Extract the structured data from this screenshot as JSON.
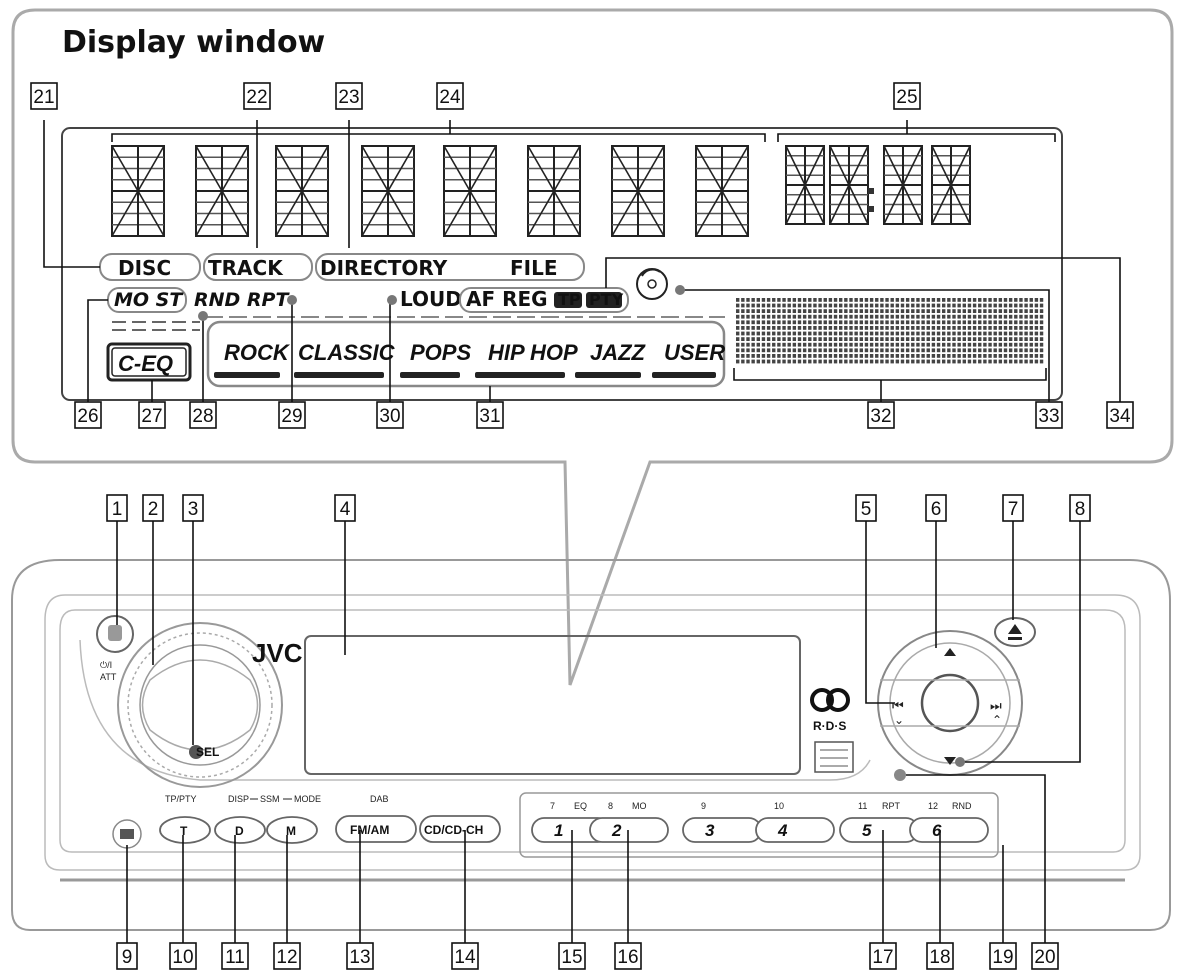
{
  "display_window": {
    "title": "Display window",
    "indicators": {
      "disc": "DISC",
      "track": "TRACK",
      "directory": "DIRECTORY",
      "file": "FILE",
      "mo_st": "MO ST",
      "rnd_rpt": "RND RPT",
      "loud": "LOUD",
      "af_reg": "AF REG",
      "tp": "TP",
      "pty": "PTY",
      "c_eq": "C-EQ"
    },
    "eq_modes": [
      "ROCK",
      "CLASSIC",
      "POPS",
      "HIP HOP",
      "JAZZ",
      "USER"
    ],
    "callouts": [
      "21",
      "22",
      "23",
      "24",
      "25",
      "26",
      "27",
      "28",
      "29",
      "30",
      "31",
      "32",
      "33",
      "34"
    ]
  },
  "unit": {
    "brand": "JVC",
    "power_label": "ATT",
    "sel_label": "SEL",
    "rds_label": "R·D·S",
    "buttons": {
      "t": "T",
      "d": "D",
      "m": "M",
      "fm_am": "FM/AM",
      "cd_ch": "CD/CD-CH"
    },
    "button_captions": {
      "t": "TP/PTY",
      "d": "DISP",
      "ssm": "SSM",
      "mode": "MODE",
      "dab": "DAB"
    },
    "presets": [
      {
        "num": "1",
        "caption_num": "7",
        "caption": "EQ"
      },
      {
        "num": "2",
        "caption_num": "8",
        "caption": "MO"
      },
      {
        "num": "3",
        "caption_num": "9",
        "caption": ""
      },
      {
        "num": "4",
        "caption_num": "10",
        "caption": ""
      },
      {
        "num": "5",
        "caption_num": "11",
        "caption": "RPT"
      },
      {
        "num": "6",
        "caption_num": "12",
        "caption": "RND"
      }
    ],
    "callouts_top": [
      "1",
      "2",
      "3",
      "4",
      "5",
      "6",
      "7",
      "8"
    ],
    "callouts_bottom": [
      "9",
      "10",
      "11",
      "12",
      "13",
      "14",
      "15",
      "16",
      "17",
      "18",
      "19",
      "20"
    ]
  }
}
